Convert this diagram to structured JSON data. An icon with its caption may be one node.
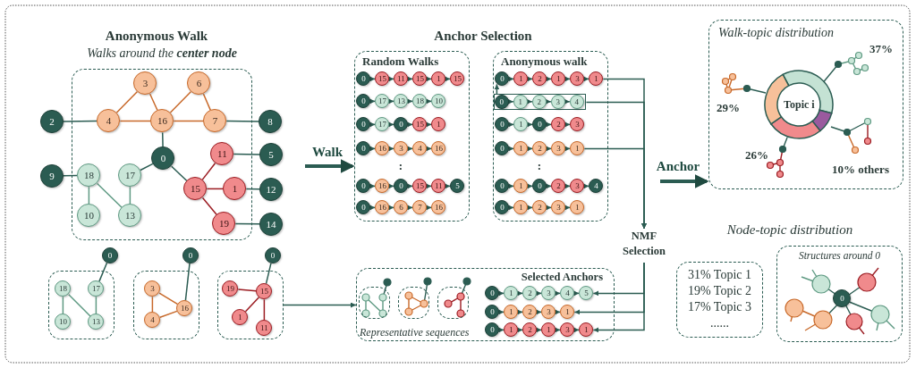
{
  "diagram": {
    "nodes": [
      {
        "text": [
          "Walks around the **center node**"
        ]
      },
      {
        "text": [
          "3"
        ],
        "in": 0
      },
      {
        "text": [
          "6"
        ],
        "in": 0
      },
      {
        "text": [
          "2"
        ]
      },
      {
        "text": [
          "4"
        ],
        "in": 0
      },
      {
        "text": [
          "16"
        ],
        "in": 0
      },
      {
        "text": [
          "7"
        ],
        "in": 0
      },
      {
        "text": [
          "8"
        ]
      },
      {
        "text": [
          "0"
        ],
        "in": 0
      },
      {
        "text": [
          "11"
        ],
        "in": 0
      },
      {
        "text": [
          "5"
        ]
      },
      {
        "text": [
          "9"
        ]
      },
      {
        "text": [
          "18"
        ],
        "in": 0
      },
      {
        "text": [
          "17"
        ],
        "in": 0
      },
      {
        "text": [
          "15"
        ],
        "in": 0
      },
      {
        "text": [
          "1"
        ],
        "in": 0
      },
      {
        "text": [
          "12"
        ]
      },
      {
        "text": [
          "10"
        ],
        "in": 0
      },
      {
        "text": [
          "13"
        ],
        "in": 0
      },
      {
        "text": [
          "19"
        ],
        "in": 0
      },
      {
        "text": [
          "14"
        ]
      },
      {
        "text": [
          "0"
        ]
      },
      {
        "text": [],
        "shape": "box"
      },
      {
        "text": [
          "18"
        ],
        "in": 22
      },
      {
        "text": [
          "17"
        ],
        "in": 22
      },
      {
        "text": [
          "10"
        ],
        "in": 22
      },
      {
        "text": [
          "13"
        ],
        "in": 22
      },
      {
        "text": [
          "0"
        ]
      },
      {
        "text": [],
        "shape": "box"
      },
      {
        "text": [
          "3"
        ],
        "in": 28
      },
      {
        "text": [
          "16"
        ],
        "in": 28
      },
      {
        "text": [
          "4"
        ],
        "in": 28
      },
      {
        "text": [
          "0"
        ]
      },
      {
        "text": [],
        "shape": "box"
      },
      {
        "text": [
          "19"
        ],
        "in": 33
      },
      {
        "text": [
          "15"
        ],
        "in": 33
      },
      {
        "text": [
          "1"
        ],
        "in": 33
      },
      {
        "text": [
          "11"
        ],
        "in": 33
      },
      {
        "text": [
          "Random Walks"
        ]
      },
      {
        "text": [
          "0"
        ],
        "in": 38
      },
      {
        "text": [
          "15"
        ],
        "in": 38
      },
      {
        "text": [
          "11"
        ],
        "in": 38
      },
      {
        "text": [
          "15"
        ],
        "in": 38
      },
      {
        "text": [
          "1"
        ],
        "in": 38
      },
      {
        "text": [
          "15"
        ],
        "in": 38
      },
      {
        "text": [
          "0"
        ],
        "in": 38
      },
      {
        "text": [
          "17"
        ],
        "in": 38
      },
      {
        "text": [
          "13"
        ],
        "in": 38
      },
      {
        "text": [
          "18"
        ],
        "in": 38
      },
      {
        "text": [
          "10"
        ],
        "in": 38
      },
      {
        "text": [
          "0"
        ],
        "in": 38
      },
      {
        "text": [
          "17"
        ],
        "in": 38
      },
      {
        "text": [
          "0"
        ],
        "in": 38
      },
      {
        "text": [
          "15"
        ],
        "in": 38
      },
      {
        "text": [
          "1"
        ],
        "in": 38
      },
      {
        "text": [
          "0"
        ],
        "in": 38
      },
      {
        "text": [
          "16"
        ],
        "in": 38
      },
      {
        "text": [
          "3"
        ],
        "in": 38
      },
      {
        "text": [
          "4"
        ],
        "in": 38
      },
      {
        "text": [
          "16"
        ],
        "in": 38
      },
      {
        "text": [
          "0"
        ],
        "in": 38
      },
      {
        "text": [
          "16"
        ],
        "in": 38
      },
      {
        "text": [
          "0"
        ],
        "in": 38
      },
      {
        "text": [
          "15"
        ],
        "in": 38
      },
      {
        "text": [
          "11"
        ],
        "in": 38
      },
      {
        "text": [
          "5"
        ],
        "in": 38
      },
      {
        "text": [
          "0"
        ],
        "in": 38
      },
      {
        "text": [
          "16"
        ],
        "in": 38
      },
      {
        "text": [
          "6"
        ],
        "in": 38
      },
      {
        "text": [
          "7"
        ],
        "in": 38
      },
      {
        "text": [
          "16"
        ],
        "in": 38
      },
      {
        "text": [
          "Anonymous walk"
        ]
      },
      {
        "text": [
          "0"
        ],
        "in": 71
      },
      {
        "text": [
          "1"
        ],
        "in": 71
      },
      {
        "text": [
          "2"
        ],
        "in": 71
      },
      {
        "text": [
          "1"
        ],
        "in": 71
      },
      {
        "text": [
          "3"
        ],
        "in": 71
      },
      {
        "text": [
          "1"
        ],
        "in": 71
      },
      {
        "text": [],
        "shape": "box",
        "in": 71
      },
      {
        "text": [
          "0"
        ],
        "in": 78
      },
      {
        "text": [
          "1"
        ],
        "in": 78
      },
      {
        "text": [
          "2"
        ],
        "in": 78
      },
      {
        "text": [
          "3"
        ],
        "in": 78
      },
      {
        "text": [
          "4"
        ],
        "in": 78
      },
      {
        "text": [
          "0"
        ],
        "in": 71
      },
      {
        "text": [
          "1"
        ],
        "in": 71
      },
      {
        "text": [
          "0"
        ],
        "in": 71
      },
      {
        "text": [
          "2"
        ],
        "in": 71
      },
      {
        "text": [
          "3"
        ],
        "in": 71
      },
      {
        "text": [
          "0"
        ],
        "in": 71
      },
      {
        "text": [
          "1"
        ],
        "in": 71
      },
      {
        "text": [
          "2"
        ],
        "in": 71
      },
      {
        "text": [
          "3"
        ],
        "in": 71
      },
      {
        "text": [
          "1"
        ],
        "in": 71
      },
      {
        "text": [
          "0"
        ],
        "in": 71
      },
      {
        "text": [
          "1"
        ],
        "in": 71
      },
      {
        "text": [
          "0"
        ],
        "in": 71
      },
      {
        "text": [
          "2"
        ],
        "in": 71
      },
      {
        "text": [
          "3"
        ],
        "in": 71
      },
      {
        "text": [
          "4"
        ],
        "in": 71
      },
      {
        "text": [
          "0"
        ],
        "in": 71
      },
      {
        "text": [
          "1"
        ],
        "in": 71
      },
      {
        "text": [
          "2"
        ],
        "in": 71
      },
      {
        "text": [
          "3"
        ],
        "in": 71
      },
      {
        "text": [
          "1"
        ],
        "in": 71
      },
      {
        "text": [
          "NMF Selection"
        ]
      },
      {
        "text": [
          "Selected Anchors",
          "Representative sequences"
        ]
      },
      {
        "text": [],
        "shape": "box",
        "in": 106
      },
      {
        "text": [],
        "shape": "box",
        "in": 106
      },
      {
        "text": [],
        "shape": "box",
        "in": 106
      },
      {
        "text": [
          "0"
        ],
        "in": 106
      },
      {
        "text": [
          "1"
        ],
        "in": 106
      },
      {
        "text": [
          "2"
        ],
        "in": 106
      },
      {
        "text": [
          "3"
        ],
        "in": 106
      },
      {
        "text": [
          "4"
        ],
        "in": 106
      },
      {
        "text": [
          "5"
        ],
        "in": 106
      },
      {
        "text": [
          "0"
        ],
        "in": 106
      },
      {
        "text": [
          "1"
        ],
        "in": 106
      },
      {
        "text": [
          "2"
        ],
        "in": 106
      },
      {
        "text": [
          "3"
        ],
        "in": 106
      },
      {
        "text": [
          "1"
        ],
        "in": 106
      },
      {
        "text": [
          "0"
        ],
        "in": 106
      },
      {
        "text": [
          "1"
        ],
        "in": 106
      },
      {
        "text": [
          "2"
        ],
        "in": 106
      },
      {
        "text": [
          "1"
        ],
        "in": 106
      },
      {
        "text": [
          "3"
        ],
        "in": 106
      },
      {
        "text": [
          "1"
        ],
        "in": 106
      },
      {
        "text": [
          "Walk-topic distribution"
        ]
      },
      {
        "text": [
          "Topic i"
        ],
        "in": 127
      },
      {
        "text": [
          "31% Topic 1",
          "19% Topic 2",
          "17% Topic 3",
          "......"
        ]
      },
      {
        "text": [
          "Structures around 0"
        ]
      },
      {
        "text": [
          "0"
        ],
        "in": 130
      }
    ],
    "edges": [
      {
        "from": 3,
        "to": 4,
        "arrow": "none"
      },
      {
        "from": 4,
        "to": 1,
        "arrow": "none",
        "color": "#c8692a"
      },
      {
        "from": 1,
        "to": 5,
        "arrow": "none",
        "color": "#c8692a"
      },
      {
        "from": 4,
        "to": 5,
        "arrow": "none",
        "color": "#c8692a"
      },
      {
        "from": 5,
        "to": 2,
        "arrow": "none",
        "color": "#c8692a"
      },
      {
        "from": 2,
        "to": 6,
        "arrow": "none",
        "color": "#c8692a"
      },
      {
        "from": 5,
        "to": 6,
        "arrow": "none",
        "color": "#c8692a"
      },
      {
        "from": 6,
        "to": 7,
        "arrow": "none"
      },
      {
        "from": 5,
        "to": 8,
        "arrow": "none"
      },
      {
        "from": 8,
        "to": 13,
        "arrow": "none"
      },
      {
        "from": 13,
        "to": 18,
        "arrow": "none",
        "color": "#5f9a83"
      },
      {
        "from": 11,
        "to": 12,
        "arrow": "none"
      },
      {
        "from": 12,
        "to": 17,
        "arrow": "none",
        "color": "#5f9a83"
      },
      {
        "from": 12,
        "to": 18,
        "arrow": "none",
        "color": "#5f9a83"
      },
      {
        "from": 8,
        "to": 14,
        "arrow": "none"
      },
      {
        "from": 14,
        "to": 9,
        "arrow": "none",
        "color": "#9b1c22"
      },
      {
        "from": 9,
        "to": 10,
        "arrow": "none"
      },
      {
        "from": 14,
        "to": 15,
        "arrow": "none",
        "color": "#9b1c22"
      },
      {
        "from": 15,
        "to": 16,
        "arrow": "none"
      },
      {
        "from": 14,
        "to": 19,
        "arrow": "none",
        "color": "#9b1c22"
      },
      {
        "from": 19,
        "to": 20,
        "arrow": "none"
      },
      {
        "from": 21,
        "to": 24,
        "arrow": "none"
      },
      {
        "from": 23,
        "to": 25,
        "arrow": "none",
        "color": "#5f9a83"
      },
      {
        "from": 23,
        "to": 26,
        "arrow": "none",
        "color": "#5f9a83"
      },
      {
        "from": 24,
        "to": 26,
        "arrow": "none",
        "color": "#5f9a83"
      },
      {
        "from": 27,
        "to": 30,
        "arrow": "none"
      },
      {
        "from": 29,
        "to": 31,
        "arrow": "none",
        "color": "#c8692a"
      },
      {
        "from": 29,
        "to": 30,
        "arrow": "none",
        "color": "#c8692a"
      },
      {
        "from": 31,
        "to": 30,
        "arrow": "none",
        "color": "#c8692a"
      },
      {
        "from": 32,
        "to": 35,
        "arrow": "none"
      },
      {
        "from": 34,
        "to": 35,
        "arrow": "none",
        "color": "#9b1c22"
      },
      {
        "from": 36,
        "to": 35,
        "arrow": "none",
        "color": "#9b1c22"
      },
      {
        "from": 35,
        "to": 37,
        "arrow": "none",
        "color": "#9b1c22"
      },
      {
        "from": 39,
        "to": 40,
        "arrow": "to"
      },
      {
        "from": 40,
        "to": 41,
        "arrow": "to"
      },
      {
        "from": 41,
        "to": 42,
        "arrow": "to"
      },
      {
        "from": 42,
        "to": 43,
        "arrow": "to"
      },
      {
        "from": 43,
        "to": 44,
        "arrow": "to"
      },
      {
        "from": 45,
        "to": 46,
        "arrow": "to"
      },
      {
        "from": 46,
        "to": 47,
        "arrow": "to"
      },
      {
        "from": 47,
        "to": 48,
        "arrow": "to"
      },
      {
        "from": 48,
        "to": 49,
        "arrow": "to"
      },
      {
        "from": 50,
        "to": 51,
        "arrow": "to"
      },
      {
        "from": 51,
        "to": 52,
        "arrow": "to"
      },
      {
        "from": 52,
        "to": 53,
        "arrow": "to"
      },
      {
        "from": 53,
        "to": 54,
        "arrow": "to"
      },
      {
        "from": 55,
        "to": 56,
        "arrow": "to"
      },
      {
        "from": 56,
        "to": 57,
        "arrow": "to"
      },
      {
        "from": 57,
        "to": 58,
        "arrow": "to"
      },
      {
        "from": 58,
        "to": 59,
        "arrow": "to"
      },
      {
        "from": 60,
        "to": 61,
        "arrow": "to"
      },
      {
        "from": 61,
        "to": 62,
        "arrow": "to"
      },
      {
        "from": 62,
        "to": 63,
        "arrow": "to"
      },
      {
        "from": 63,
        "to": 64,
        "arrow": "to"
      },
      {
        "from": 64,
        "to": 65,
        "arrow": "to"
      },
      {
        "from": 66,
        "to": 67,
        "arrow": "to"
      },
      {
        "from": 67,
        "to": 68,
        "arrow": "to"
      },
      {
        "from": 68,
        "to": 69,
        "arrow": "to"
      },
      {
        "from": 69,
        "to": 70,
        "arrow": "to"
      },
      {
        "from": 72,
        "to": 73,
        "arrow": "to"
      },
      {
        "from": 73,
        "to": 74,
        "arrow": "to"
      },
      {
        "from": 74,
        "to": 75,
        "arrow": "to"
      },
      {
        "from": 75,
        "to": 76,
        "arrow": "to"
      },
      {
        "from": 76,
        "to": 77,
        "arrow": "to"
      },
      {
        "from": 79,
        "to": 80,
        "arrow": "to"
      },
      {
        "from": 80,
        "to": 81,
        "arrow": "to"
      },
      {
        "from": 81,
        "to": 82,
        "arrow": "to"
      },
      {
        "from": 82,
        "to": 83,
        "arrow": "to"
      },
      {
        "from": 84,
        "to": 85,
        "arrow": "to"
      },
      {
        "from": 85,
        "to": 86,
        "arrow": "to"
      },
      {
        "from": 86,
        "to": 87,
        "arrow": "to"
      },
      {
        "from": 87,
        "to": 88,
        "arrow": "to"
      },
      {
        "from": 89,
        "to": 90,
        "arrow": "to"
      },
      {
        "from": 90,
        "to": 91,
        "arrow": "to"
      },
      {
        "from": 91,
        "to": 92,
        "arrow": "to"
      },
      {
        "from": 92,
        "to": 93,
        "arrow": "to"
      },
      {
        "from": 94,
        "to": 95,
        "arrow": "to"
      },
      {
        "from": 95,
        "to": 96,
        "arrow": "to"
      },
      {
        "from": 96,
        "to": 97,
        "arrow": "to"
      },
      {
        "from": 97,
        "to": 98,
        "arrow": "to"
      },
      {
        "from": 98,
        "to": 99,
        "arrow": "to"
      },
      {
        "from": 100,
        "to": 101,
        "arrow": "to"
      },
      {
        "from": 101,
        "to": 102,
        "arrow": "to"
      },
      {
        "from": 102,
        "to": 103,
        "arrow": "to"
      },
      {
        "from": 103,
        "to": 104,
        "arrow": "to"
      },
      {
        "from": 110,
        "to": 111,
        "arrow": "to"
      },
      {
        "from": 111,
        "to": 112,
        "arrow": "to"
      },
      {
        "from": 112,
        "to": 113,
        "arrow": "to"
      },
      {
        "from": 113,
        "to": 114,
        "arrow": "to"
      },
      {
        "from": 114,
        "to": 115,
        "arrow": "to"
      },
      {
        "from": 116,
        "to": 117,
        "arrow": "to"
      },
      {
        "from": 117,
        "to": 118,
        "arrow": "to"
      },
      {
        "from": 118,
        "to": 119,
        "arrow": "to"
      },
      {
        "from": 119,
        "to": 120,
        "arrow": "to"
      },
      {
        "from": 121,
        "to": 122,
        "arrow": "to"
      },
      {
        "from": 122,
        "to": 123,
        "arrow": "to"
      },
      {
        "from": 123,
        "to": 124,
        "arrow": "to"
      },
      {
        "from": 124,
        "to": 125,
        "arrow": "to"
      },
      {
        "from": 125,
        "to": 126,
        "arrow": "to"
      },
      {
        "from": null,
        "to": 38,
        "arrow": "to",
        "label": "Walk",
        "style": "thick"
      },
      {
        "from": 33,
        "to": 106,
        "arrow": "to"
      },
      {
        "from": 77,
        "to": 105,
        "arrow": "to"
      },
      {
        "from": 78,
        "to": 105,
        "arrow": "to"
      },
      {
        "from": 93,
        "to": 105,
        "arrow": "to"
      },
      {
        "from": 105,
        "to": 115,
        "arrow": "to"
      },
      {
        "from": 105,
        "to": 120,
        "arrow": "to"
      },
      {
        "from": 105,
        "to": 126,
        "arrow": "to"
      },
      {
        "from": null,
        "to": 127,
        "arrow": "to",
        "label": "Anchor",
        "style": "thick"
      },
      {
        "from": 78,
        "to": 72,
        "arrow": "to"
      }
    ],
    "labels": [
      "Anonymous Walk",
      "Anchor Selection",
      "37%",
      "29%",
      ":",
      ":",
      "26%",
      "10% others",
      "Node-topic distribution"
    ]
  }
}
